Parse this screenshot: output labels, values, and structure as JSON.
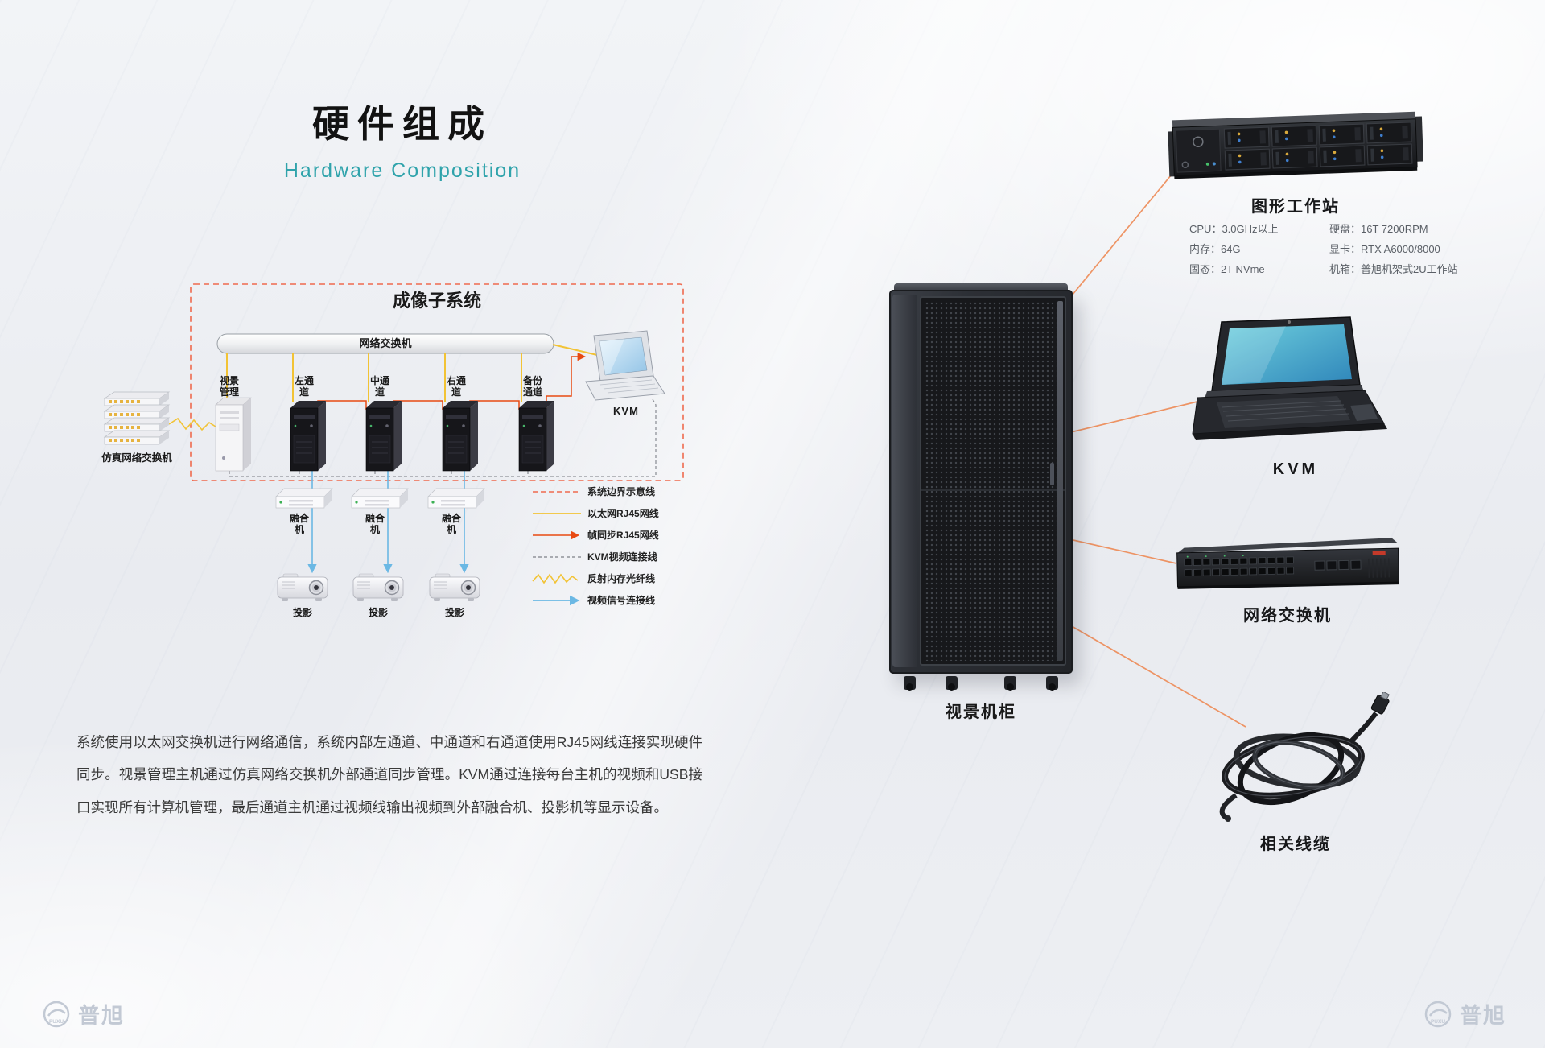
{
  "page": {
    "title": "硬件组成",
    "subtitle": "Hardware Composition",
    "description": "系统使用以太网交换机进行网络通信，系统内部左通道、中通道和右通道使用RJ45网线连接实现硬件同步。视景管理主机通过仿真网络交换机外部通道同步管理。KVM通过连接每台主机的视频和USB接口实现所有计算机管理，最后通道主机通过视频线输出视频到外部融合机、投影机等显示设备。",
    "brand": "普旭",
    "brand_en": "PUXU"
  },
  "diagram": {
    "title": "成像子系统",
    "network_switch_bar": "网络交换机",
    "sim_switch_label": "仿真网络交换机",
    "nodes": {
      "visual_mgmt_line1": "视景",
      "visual_mgmt_line2": "管理",
      "left_line1": "左通",
      "left_line2": "道",
      "mid_line1": "中通",
      "mid_line2": "道",
      "right_line1": "右通",
      "right_line2": "道",
      "backup_line1": "备份",
      "backup_line2": "通道",
      "kvm": "KVM",
      "fusion_line1": "融合",
      "fusion_line2": "机",
      "projector": "投影"
    },
    "legend": [
      {
        "label": "系统边界示意线"
      },
      {
        "label": "以太网RJ45网线"
      },
      {
        "label": "帧同步RJ45网线"
      },
      {
        "label": "KVM视频连接线"
      },
      {
        "label": "反射内存光纤线"
      },
      {
        "label": "视频信号连接线"
      }
    ]
  },
  "cabinet": {
    "label": "视景机柜"
  },
  "components": {
    "workstation": {
      "name": "图形工作站",
      "specs_left": [
        "CPU：3.0GHz以上",
        "内存：64G",
        "固态：2T NVme"
      ],
      "specs_right": [
        "硬盘：16T 7200RPM",
        "显卡：RTX A6000/8000",
        "机箱：普旭机架式2U工作站"
      ]
    },
    "kvm": {
      "name": "KVM"
    },
    "switch": {
      "name": "网络交换机"
    },
    "cables": {
      "name": "相关线缆"
    }
  },
  "colors": {
    "accent_teal": "#2fa3ab",
    "boundary_red": "#ef6a4e",
    "ethernet_yellow": "#f2c335",
    "framesync_orange": "#e84a12",
    "kvm_gray": "#909399",
    "video_blue": "#6bb8e4",
    "connector_orange": "#ee8a55"
  }
}
